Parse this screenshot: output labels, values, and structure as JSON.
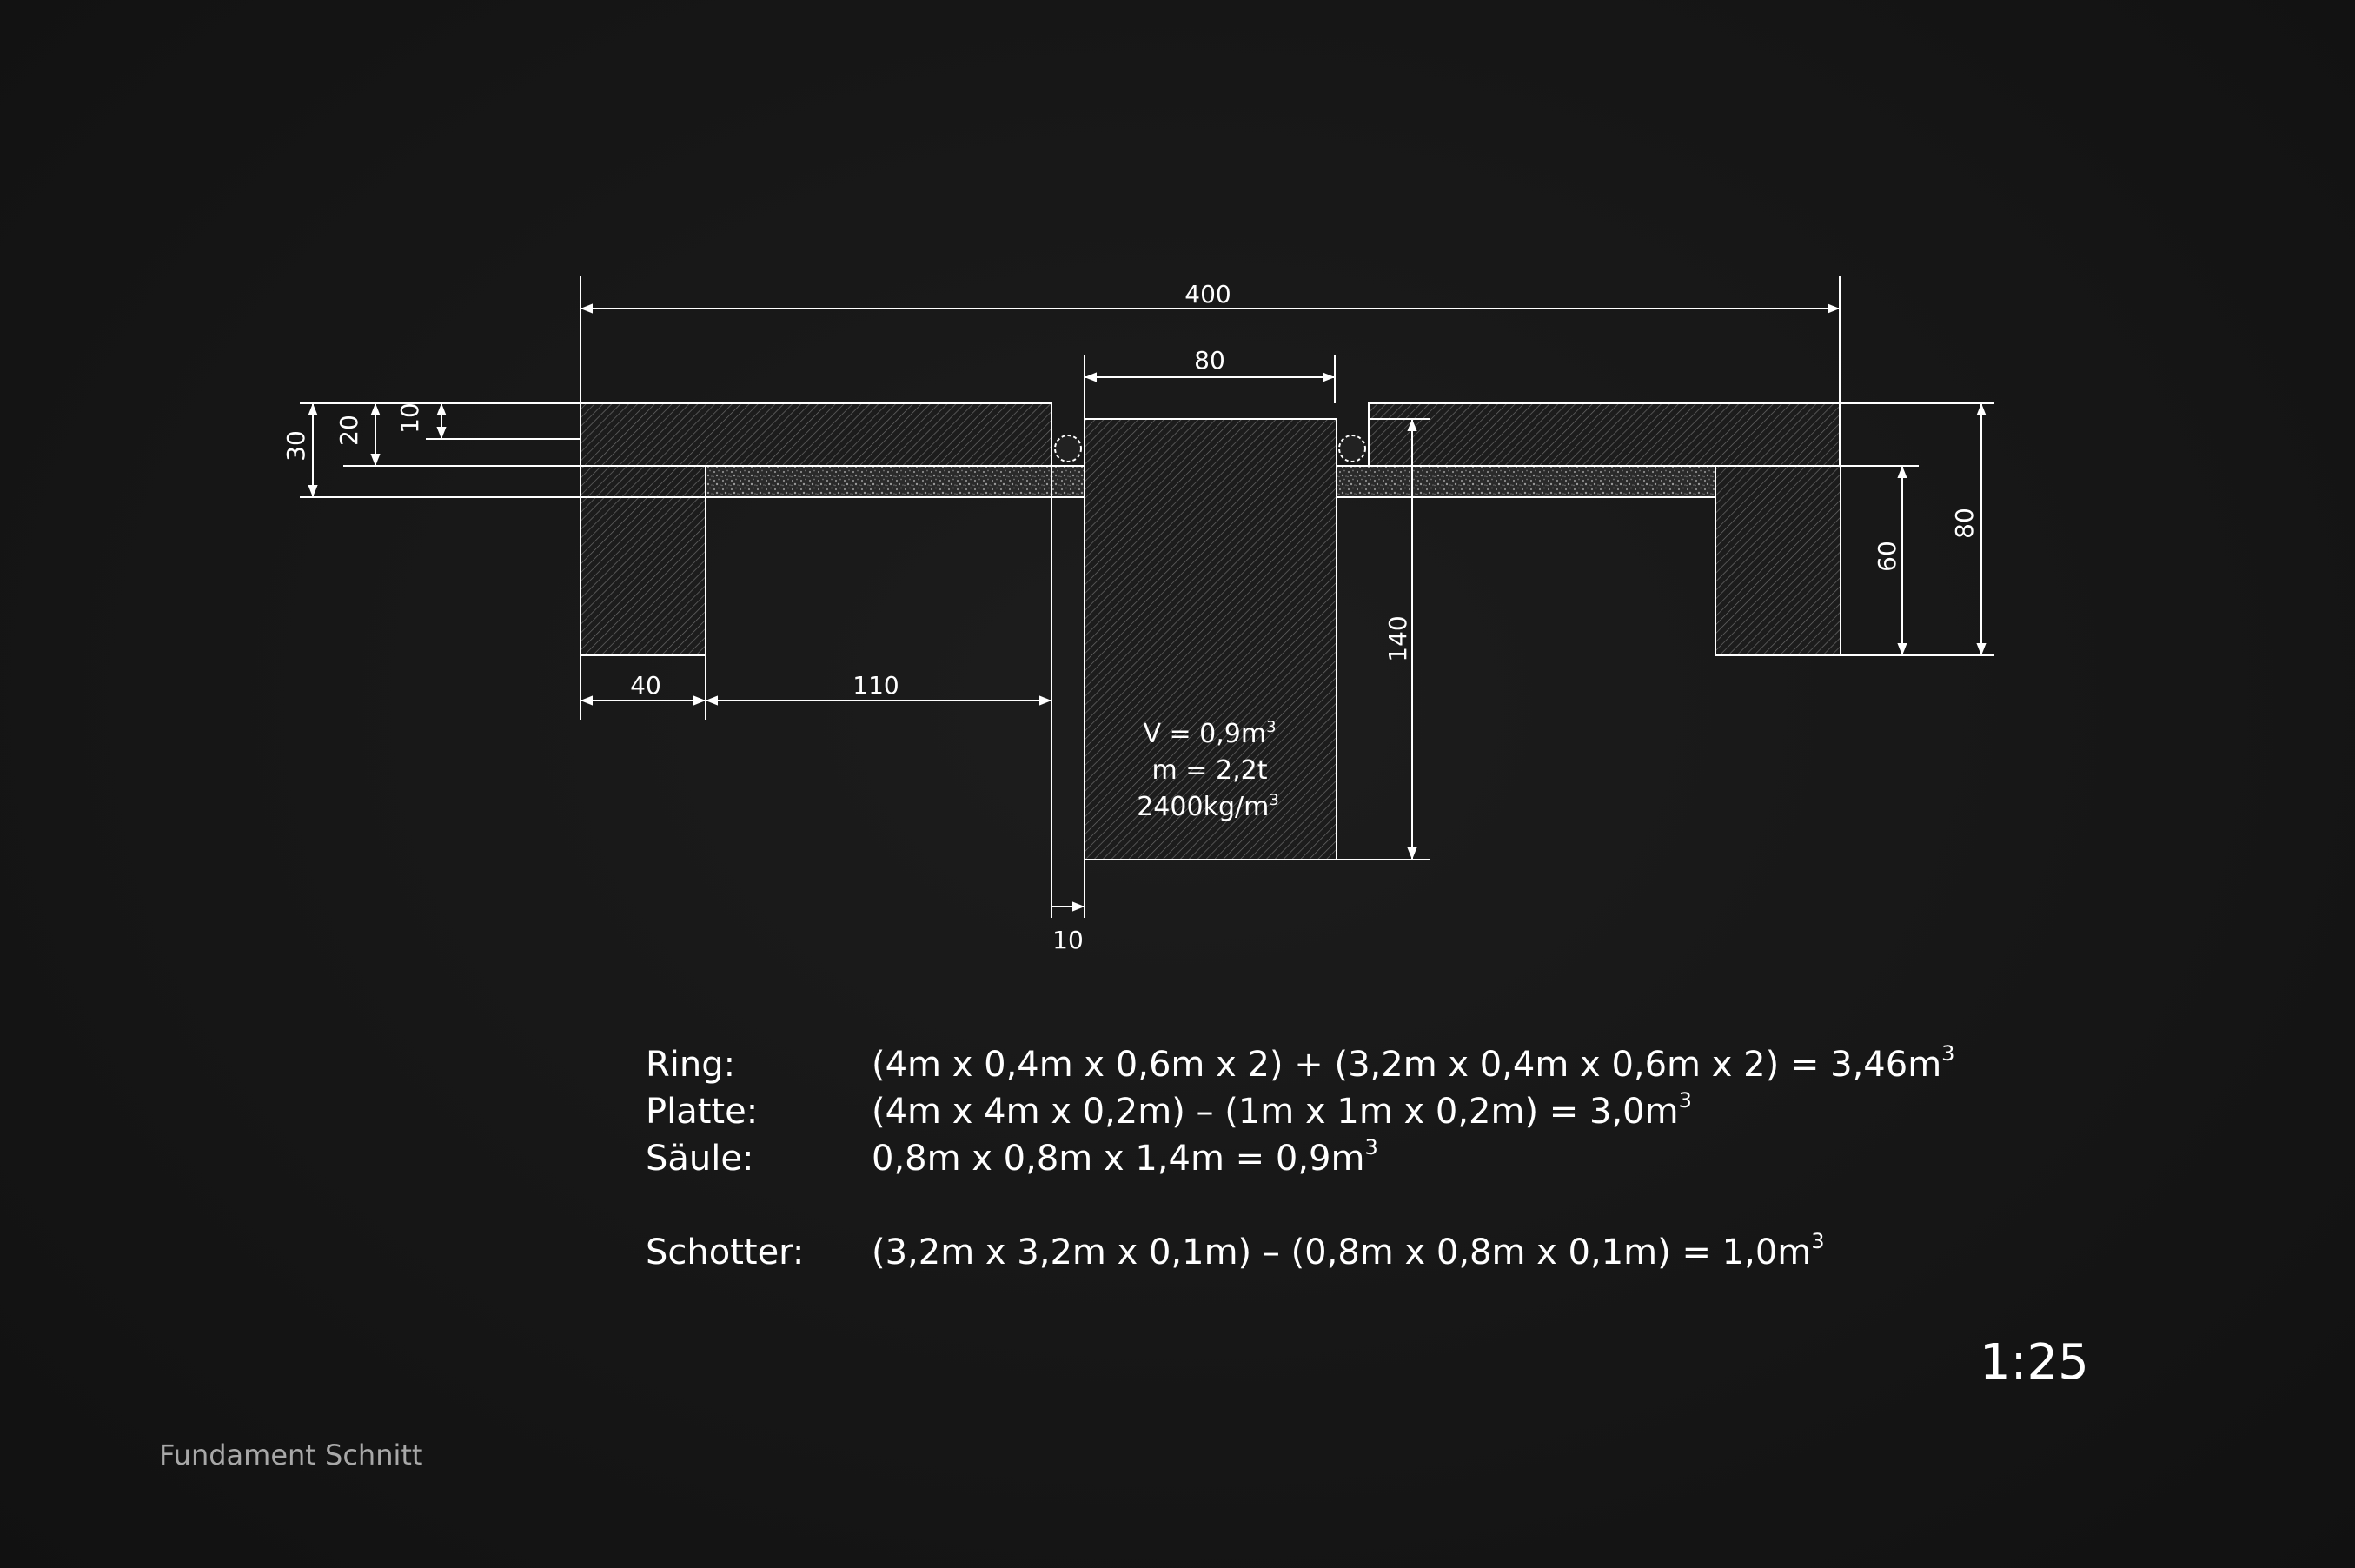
{
  "drawing": {
    "dimensions": {
      "total_width": "400",
      "column_width": "80",
      "ring_width": "40",
      "plate_span": "110",
      "gap": "10",
      "column_depth": "140",
      "ring_depth": "60",
      "total_depth": "80",
      "layer_30": "30",
      "layer_20": "20",
      "layer_10": "10"
    },
    "column_note": {
      "volume": "V = 0,9m",
      "mass": "m = 2,2t",
      "density": "2400kg/m"
    }
  },
  "calculations": [
    {
      "label": "Ring:",
      "formula": "(4m x 0,4m x 0,6m x 2) + (3,2m x 0,4m x 0,6m x 2) = 3,46m"
    },
    {
      "label": "Platte:",
      "formula": "(4m x 4m x 0,2m) – (1m x 1m x 0,2m) = 3,0m"
    },
    {
      "label": "Säule:",
      "formula": "0,8m x 0,8m x 1,4m = 0,9m"
    },
    {
      "label": "Schotter:",
      "formula": "(3,2m x 3,2m x 0,1m) – (0,8m x 0,8m x 0,1m) = 1,0m"
    }
  ],
  "scale": "1:25",
  "caption": "Fundament Schnitt",
  "colors": {
    "background": "#141414",
    "lines": "#ffffff",
    "caption": "#a8a8a8"
  }
}
